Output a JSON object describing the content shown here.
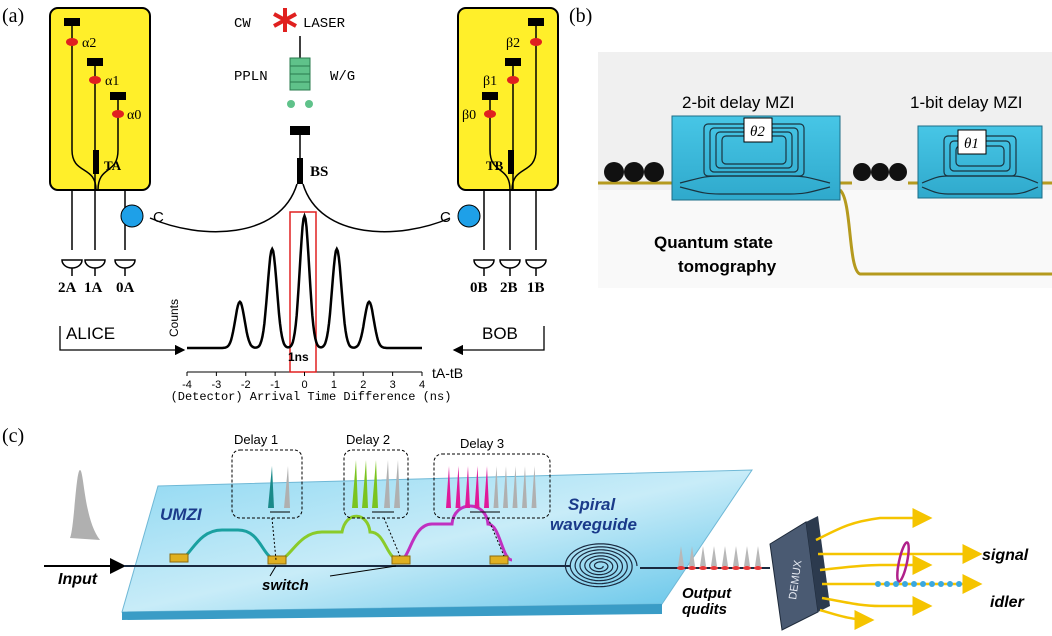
{
  "panel_a": {
    "label": "(a)",
    "cw": "CW",
    "laser": "LASER",
    "ppln": "PPLN",
    "wg": "W/G",
    "bs": "BS",
    "c_left": "C",
    "c_right": "C",
    "alice_phases": [
      "α2",
      "α1",
      "α0"
    ],
    "bob_phases": [
      "β2",
      "β1",
      "β0"
    ],
    "ta": "TA",
    "tb": "TB",
    "alice_detectors": [
      "2A",
      "1A",
      "0A"
    ],
    "bob_detectors": [
      "0B",
      "2B",
      "1B"
    ],
    "alice": "ALICE",
    "bob": "BOB",
    "counts": "Counts",
    "window_label": "1ns",
    "x_axis_label": "(Detector) Arrival Time Difference (ns)",
    "x_ticks": [
      "-4",
      "-3",
      "-2",
      "-1",
      "0",
      "1",
      "2",
      "3",
      "4"
    ],
    "x_var": "tA-tB"
  },
  "panel_b": {
    "label": "(b)",
    "mzi2": "2-bit delay MZI",
    "mzi1": "1-bit delay MZI",
    "theta2": "θ2",
    "theta1": "θ1",
    "qst_line1": "Quantum state",
    "qst_line2": "tomography",
    "colors": {
      "chip": "#3bbfe0",
      "waveguide": "#b59a1e"
    }
  },
  "panel_c": {
    "label": "(c)",
    "delays": [
      "Delay 1",
      "Delay 2",
      "Delay 3"
    ],
    "umzi": "UMZI",
    "spiral": "Spiral",
    "spiral2": "waveguide",
    "input": "Input",
    "switch": "switch",
    "output1": "Output",
    "output2": "qudits",
    "demux": "DEMUX",
    "signal": "signal",
    "idler": "idler",
    "colors": {
      "delay1": "#1a8a8a",
      "delay2": "#7bc41f",
      "delay3": "#e0199a"
    }
  },
  "chart_data": {
    "type": "line",
    "xlabel": "(Detector) Arrival Time Difference (ns)",
    "ylabel": "Counts",
    "xlim": [
      -4,
      4
    ],
    "x": [
      -2.2,
      -1.1,
      0,
      1.1,
      2.2
    ],
    "values": [
      0.35,
      0.75,
      1.0,
      0.75,
      0.35
    ]
  }
}
